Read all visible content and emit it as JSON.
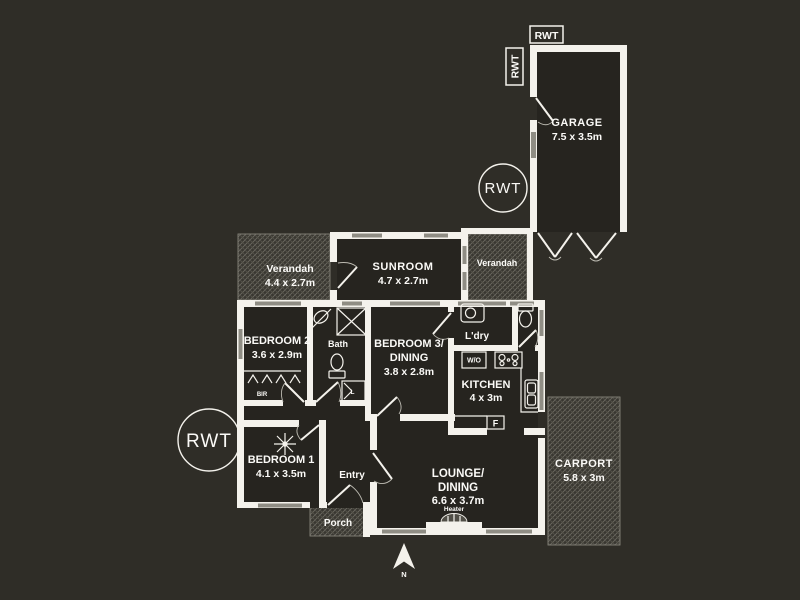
{
  "palette": {
    "background": "#2f2d27",
    "room_fill": "#26241f",
    "wall": "#f4f2ec",
    "window": "#8f8d84",
    "hatch_line": "#6d6b62",
    "text": "#fbfaf7"
  },
  "plan": {
    "garage": {
      "name": "GARAGE",
      "dims": "7.5 x 3.5m"
    },
    "verandah_left": {
      "name": "Verandah",
      "dims": "4.4 x 2.7m"
    },
    "sunroom": {
      "name": "SUNROOM",
      "dims": "4.7 x 2.7m"
    },
    "verandah_right": {
      "name": "Verandah"
    },
    "bedroom2": {
      "name": "BEDROOM 2",
      "dims": "3.6 x 2.9m"
    },
    "bath": {
      "name": "Bath"
    },
    "bedroom3": {
      "line1": "BEDROOM 3/",
      "line2": "DINING",
      "dims": "3.8 x 2.8m"
    },
    "laundry": {
      "name": "L'dry"
    },
    "kitchen": {
      "name": "KITCHEN",
      "dims": "4 x 3m"
    },
    "bedroom1": {
      "name": "BEDROOM 1",
      "dims": "4.1 x 3.5m"
    },
    "entry": {
      "name": "Entry"
    },
    "lounge": {
      "line1": "LOUNGE/",
      "line2": "DINING",
      "dims": "6.6 x 3.7m"
    },
    "porch": {
      "name": "Porch"
    },
    "carport": {
      "name": "CARPORT",
      "dims": "5.8 x 3m"
    }
  },
  "fixtures": {
    "heater": "Heater",
    "built_in_robe": "BIR",
    "wall_oven": "W/O",
    "fridge": "F",
    "linen": "L"
  },
  "rwt": {
    "label": "RWT"
  },
  "compass": {
    "north": "N"
  }
}
